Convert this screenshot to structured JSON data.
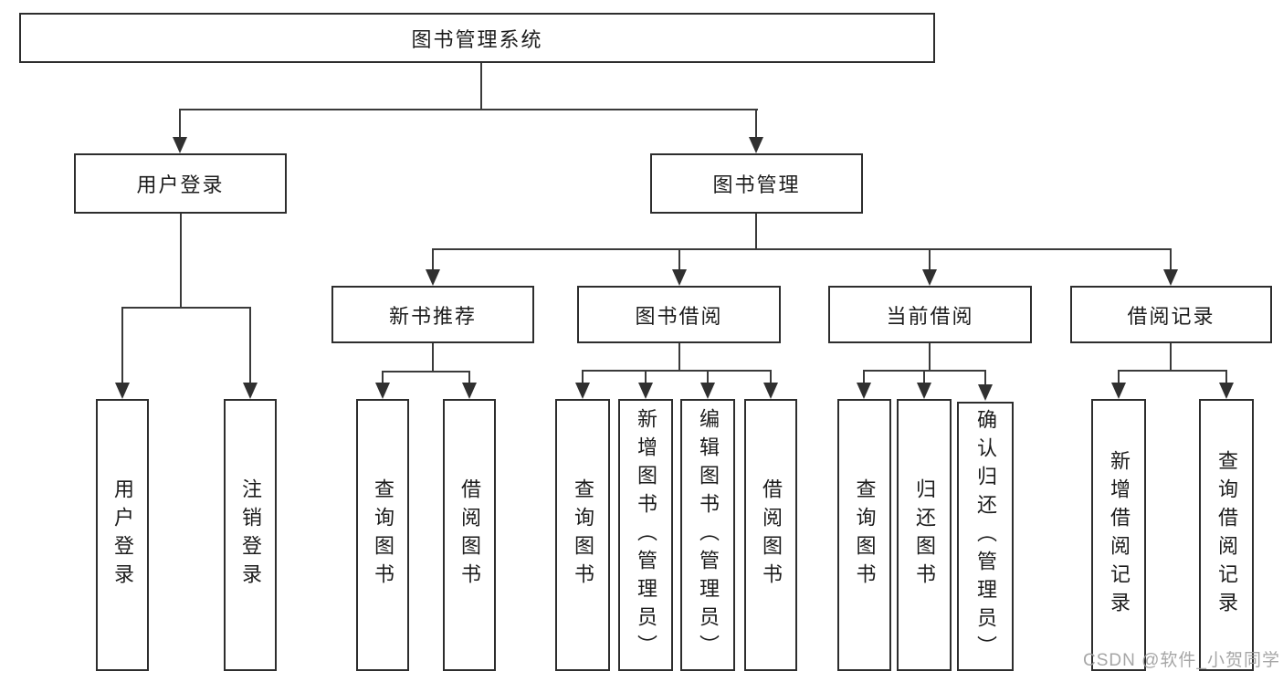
{
  "tree": {
    "root": "图书管理系统",
    "level2": [
      {
        "label": "用户登录",
        "children": [
          "用户登录",
          "注销登录"
        ]
      },
      {
        "label": "图书管理"
      }
    ],
    "level3": [
      {
        "label": "新书推荐",
        "children": [
          "查询图书",
          "借阅图书"
        ]
      },
      {
        "label": "图书借阅",
        "children": [
          "查询图书",
          "新增图书（管理员）",
          "编辑图书（管理员）",
          "借阅图书"
        ]
      },
      {
        "label": "当前借阅",
        "children": [
          "查询图书",
          "归还图书",
          "确认归还（管理员）"
        ]
      },
      {
        "label": "借阅记录",
        "children": [
          "新增借阅记录",
          "查询借阅记录"
        ]
      }
    ]
  },
  "watermark": "CSDN @软件_小贺同学",
  "colors": {
    "box_border": "#2d2d2d",
    "connector_line": "#3a3a3a",
    "text": "#1c1c1c",
    "watermark": "#9e9e9e",
    "background": "#ffffff"
  }
}
